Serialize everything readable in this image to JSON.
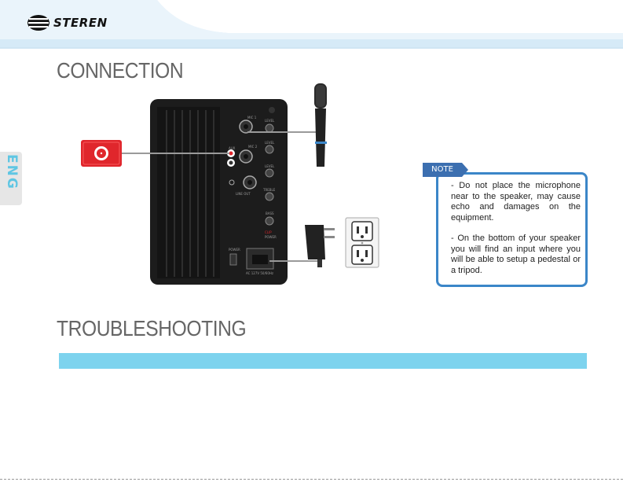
{
  "header": {
    "brand": "STEREN"
  },
  "side_tab": {
    "label": "ENG"
  },
  "sections": {
    "connection_title": "CONNECTION",
    "troubleshooting_title": "TROUBLESHOOTING"
  },
  "speaker_panel": {
    "labels": [
      "MIC 1",
      "LEVEL",
      "MIC 2",
      "LEVEL",
      "LEVEL",
      "TREBLE",
      "BASS",
      "LINE OUT",
      "AUX",
      "POWER",
      "CLIP",
      "POWER",
      "AC 127V 50/60Hz"
    ]
  },
  "note": {
    "tag": "NOTE",
    "paragraph_1": "- Do not place the microphone near to the speaker, may cause echo and damages on the equipment.",
    "paragraph_2": "- On the bottom of your speaker you will find an input where you will be able to setup a pedestal or a tripod."
  },
  "colors": {
    "accent_blue": "#3b86c8",
    "header_blue": "#d3e9f7",
    "bar_blue": "#7dd3ee",
    "player_red": "#e0262c"
  }
}
